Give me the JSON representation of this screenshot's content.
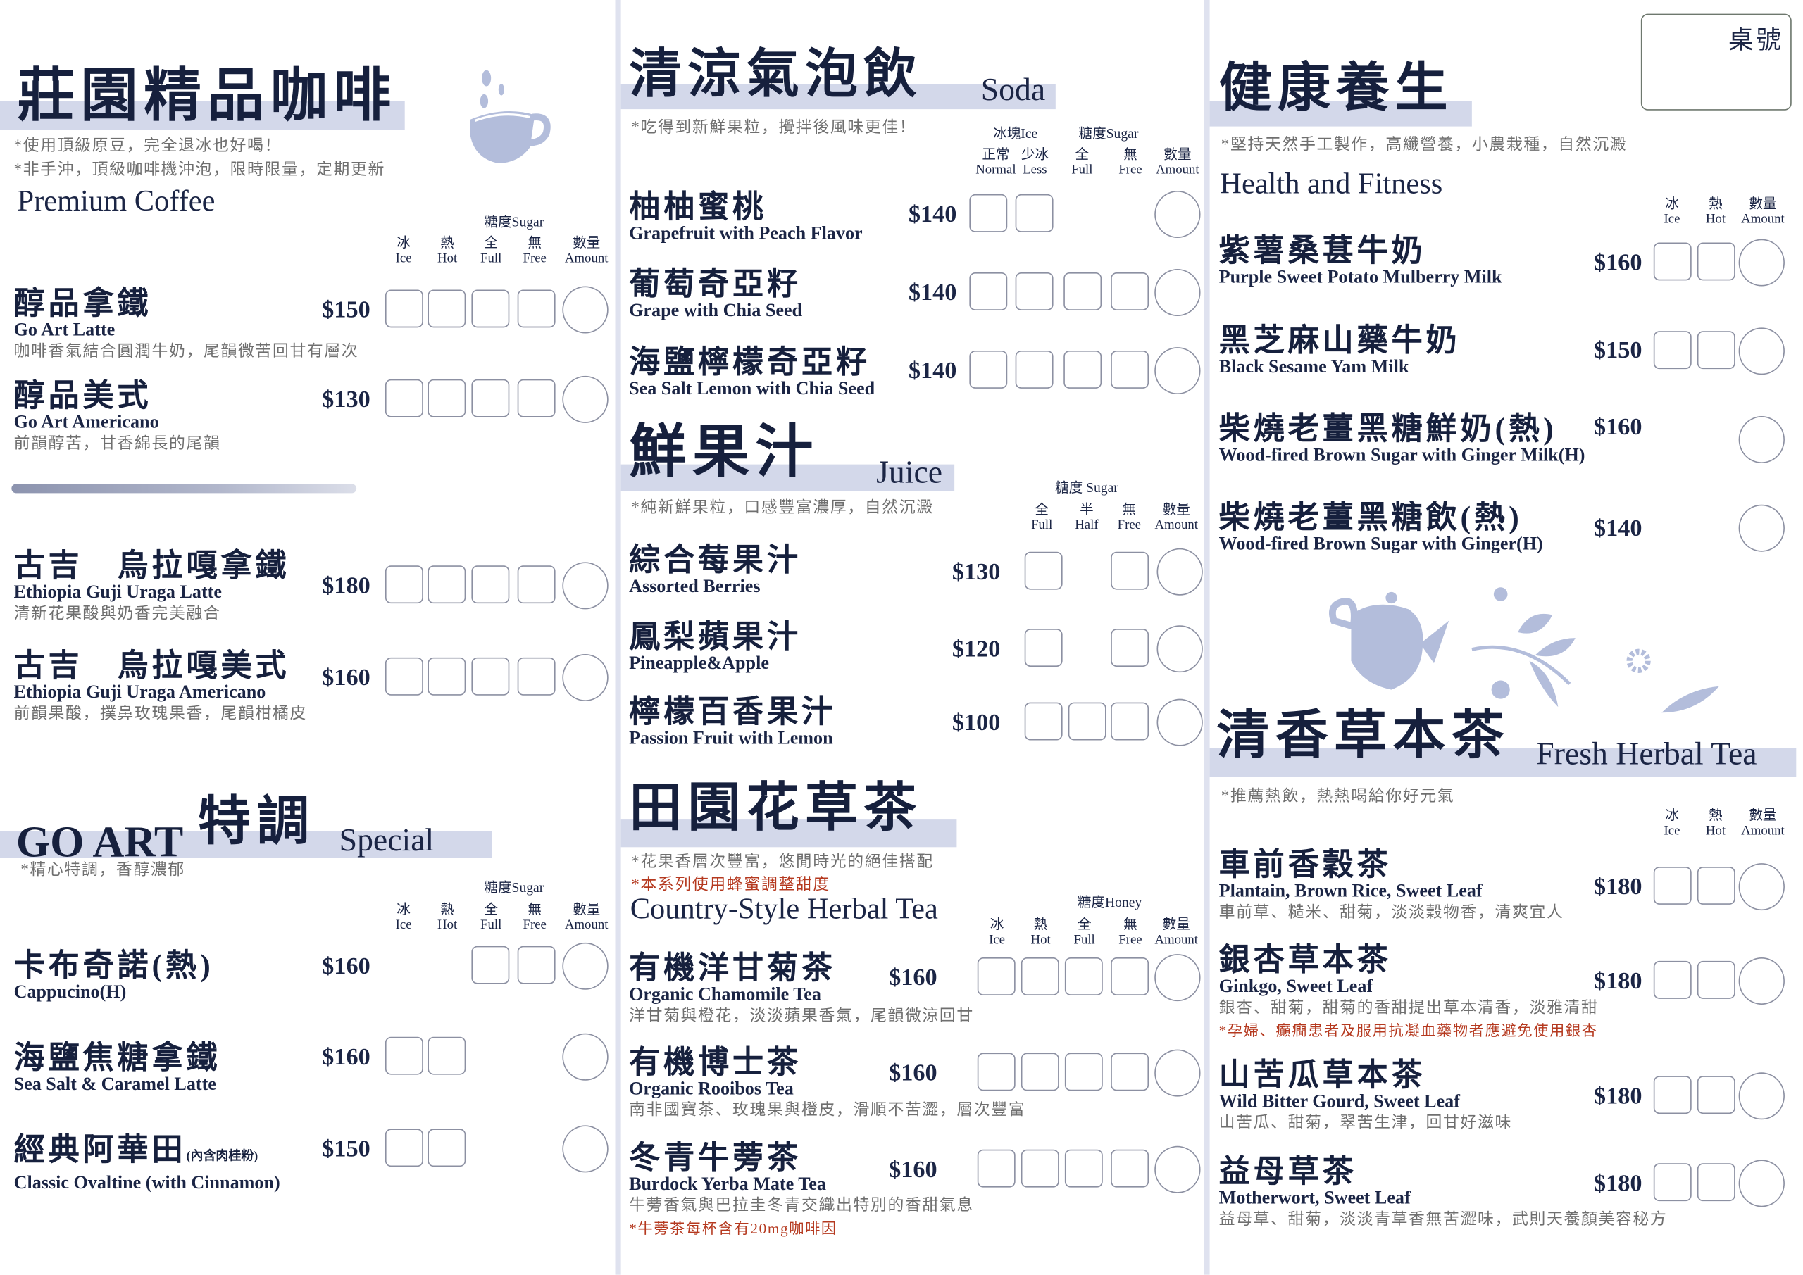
{
  "table_number_label": "桌號",
  "sections": {
    "coffee": {
      "title_zh": "莊園精品咖啡",
      "notes": [
        "*使用頂級原豆，完全退冰也好喝！",
        "*非手沖，頂級咖啡機沖泡，限時限量，定期更新"
      ],
      "title_en": "Premium Coffee",
      "header": {
        "groups": [
          "糖度Sugar"
        ],
        "cols": [
          {
            "zh": "冰",
            "en": "Ice"
          },
          {
            "zh": "熱",
            "en": "Hot"
          },
          {
            "zh": "全",
            "en": "Full"
          },
          {
            "zh": "無",
            "en": "Free"
          },
          {
            "zh": "數量",
            "en": "Amount"
          }
        ]
      },
      "items": [
        {
          "zh": "醇品拿鐵",
          "en": "Go Art Latte",
          "desc": "咖啡香氣結合圓潤牛奶，尾韻微苦回甘有層次",
          "price": "$150",
          "options": [
            true,
            true,
            true,
            true
          ]
        },
        {
          "zh": "醇品美式",
          "en": "Go Art Americano",
          "desc": "前韻醇苦，甘香綿長的尾韻",
          "price": "$130",
          "options": [
            true,
            true,
            true,
            true
          ]
        },
        {
          "zh": "古吉　烏拉嘎拿鐵",
          "en": "Ethiopia Guji Uraga Latte",
          "desc": "清新花果酸與奶香完美融合",
          "price": "$180",
          "options": [
            true,
            true,
            true,
            true
          ]
        },
        {
          "zh": "古吉　烏拉嘎美式",
          "en": "Ethiopia Guji Uraga Americano",
          "desc": "前韻果酸，撲鼻玫瑰果香，尾韻柑橘皮",
          "price": "$160",
          "options": [
            true,
            true,
            true,
            true
          ]
        }
      ]
    },
    "special": {
      "title_brand": "GO ART",
      "title_zh": "特調",
      "title_en": "Special",
      "notes": [
        "*精心特調，香醇濃郁"
      ],
      "header": {
        "groups": [
          "糖度Sugar"
        ],
        "cols": [
          {
            "zh": "冰",
            "en": "Ice"
          },
          {
            "zh": "熱",
            "en": "Hot"
          },
          {
            "zh": "全",
            "en": "Full"
          },
          {
            "zh": "無",
            "en": "Free"
          },
          {
            "zh": "數量",
            "en": "Amount"
          }
        ]
      },
      "items": [
        {
          "zh": "卡布奇諾(熱)",
          "en": "Cappucino(H)",
          "price": "$160",
          "options": [
            false,
            false,
            true,
            true
          ]
        },
        {
          "zh": "海鹽焦糖拿鐵",
          "en": "Sea Salt & Caramel Latte",
          "price": "$160",
          "options": [
            true,
            true,
            false,
            false
          ]
        },
        {
          "zh": "經典阿華田",
          "zh_small": "(內含肉桂粉)",
          "en": "Classic Ovaltine (with Cinnamon)",
          "price": "$150",
          "options": [
            true,
            true,
            false,
            false
          ]
        }
      ]
    },
    "soda": {
      "title_zh": "清涼氣泡飲",
      "title_en": "Soda",
      "notes": [
        "*吃得到新鮮果粒，攪拌後風味更佳！"
      ],
      "header": {
        "groups": [
          "冰塊Ice",
          "糖度Sugar"
        ],
        "cols": [
          {
            "zh": "正常",
            "en": "Normal"
          },
          {
            "zh": "少冰",
            "en": "Less"
          },
          {
            "zh": "全",
            "en": "Full"
          },
          {
            "zh": "無",
            "en": "Free"
          },
          {
            "zh": "數量",
            "en": "Amount"
          }
        ]
      },
      "items": [
        {
          "zh": "柚柚蜜桃",
          "en": "Grapefruit with Peach Flavor",
          "price": "$140",
          "options": [
            true,
            true,
            false,
            false
          ]
        },
        {
          "zh": "葡萄奇亞籽",
          "en": "Grape with Chia Seed",
          "price": "$140",
          "options": [
            true,
            true,
            true,
            true
          ]
        },
        {
          "zh": "海鹽檸檬奇亞籽",
          "en": "Sea Salt Lemon with Chia Seed",
          "price": "$140",
          "options": [
            true,
            true,
            true,
            true
          ]
        }
      ]
    },
    "juice": {
      "title_zh": "鮮果汁",
      "title_en": "Juice",
      "notes": [
        "*純新鮮果粒，口感豐富濃厚，自然沉澱"
      ],
      "header": {
        "groups": [
          "糖度 Sugar"
        ],
        "cols": [
          {
            "zh": "全",
            "en": "Full"
          },
          {
            "zh": "半",
            "en": "Half"
          },
          {
            "zh": "無",
            "en": "Free"
          },
          {
            "zh": "數量",
            "en": "Amount"
          }
        ]
      },
      "items": [
        {
          "zh": "綜合莓果汁",
          "en": "Assorted Berries",
          "price": "$130",
          "options": [
            true,
            false,
            true
          ]
        },
        {
          "zh": "鳳梨蘋果汁",
          "en": "Pineapple&Apple",
          "price": "$120",
          "options": [
            true,
            false,
            true
          ]
        },
        {
          "zh": "檸檬百香果汁",
          "en": "Passion Fruit with Lemon",
          "price": "$100",
          "options": [
            true,
            true,
            true
          ]
        }
      ]
    },
    "herbal": {
      "title_zh": "田園花草茶",
      "notes": [
        "*花果香層次豐富，悠閒時光的絕佳搭配"
      ],
      "red_note": "*本系列使用蜂蜜調整甜度",
      "title_en": "Country-Style Herbal Tea",
      "header": {
        "groups": [
          "糖度Honey"
        ],
        "cols": [
          {
            "zh": "冰",
            "en": "Ice"
          },
          {
            "zh": "熱",
            "en": "Hot"
          },
          {
            "zh": "全",
            "en": "Full"
          },
          {
            "zh": "無",
            "en": "Free"
          },
          {
            "zh": "數量",
            "en": "Amount"
          }
        ]
      },
      "items": [
        {
          "zh": "有機洋甘菊茶",
          "en": "Organic Chamomile Tea",
          "desc": "洋甘菊與橙花，淡淡蘋果香氣，尾韻微涼回甘",
          "price": "$160",
          "options": [
            true,
            true,
            true,
            true
          ]
        },
        {
          "zh": "有機博士茶",
          "en": "Organic Rooibos Tea",
          "desc": "南非國寶茶、玫瑰果與橙皮，滑順不苦澀，層次豐富",
          "price": "$160",
          "options": [
            true,
            true,
            true,
            true
          ]
        },
        {
          "zh": "冬青牛蒡茶",
          "en": "Burdock Yerba Mate Tea",
          "desc": "牛蒡香氣與巴拉圭冬青交織出特別的香甜氣息",
          "note": "*牛蒡茶每杯含有20mg咖啡因",
          "price": "$160",
          "options": [
            true,
            true,
            true,
            true
          ]
        }
      ]
    },
    "health": {
      "title_zh": "健康養生",
      "notes": [
        "*堅持天然手工製作，高纖營養，小農栽種，自然沉澱"
      ],
      "title_en": "Health and Fitness",
      "header": {
        "groups": [],
        "cols": [
          {
            "zh": "冰",
            "en": "Ice"
          },
          {
            "zh": "熱",
            "en": "Hot"
          },
          {
            "zh": "數量",
            "en": "Amount"
          }
        ]
      },
      "items": [
        {
          "zh": "紫薯桑葚牛奶",
          "en": "Purple Sweet Potato Mulberry Milk",
          "price": "$160",
          "options": [
            true,
            true
          ]
        },
        {
          "zh": "黑芝麻山藥牛奶",
          "en": "Black Sesame Yam Milk",
          "price": "$150",
          "options": [
            true,
            true
          ]
        },
        {
          "zh": "柴燒老薑黑糖鮮奶(熱)",
          "en": "Wood-fired Brown Sugar with Ginger Milk(H)",
          "price": "$160",
          "options": [
            false,
            false
          ]
        },
        {
          "zh": "柴燒老薑黑糖飲(熱)",
          "en": "Wood-fired Brown Sugar with Ginger(H)",
          "price": "$140",
          "options": [
            false,
            false
          ]
        }
      ]
    },
    "fresh": {
      "title_zh": "清香草本茶",
      "title_en": "Fresh Herbal Tea",
      "notes": [
        "*推薦熱飲，熱熱喝給你好元氣"
      ],
      "header": {
        "groups": [],
        "cols": [
          {
            "zh": "冰",
            "en": "Ice"
          },
          {
            "zh": "熱",
            "en": "Hot"
          },
          {
            "zh": "數量",
            "en": "Amount"
          }
        ]
      },
      "items": [
        {
          "zh": "車前香穀茶",
          "en": "Plantain, Brown Rice, Sweet Leaf",
          "desc": "車前草、糙米、甜菊，淡淡穀物香，清爽宜人",
          "price": "$180",
          "options": [
            true,
            true
          ]
        },
        {
          "zh": "銀杏草本茶",
          "en": "Ginkgo, Sweet Leaf",
          "desc": "銀杏、甜菊，甜菊的香甜提出草本清香，淡雅清甜",
          "note": "*孕婦、癲癇患者及服用抗凝血藥物者應避免使用銀杏",
          "price": "$180",
          "options": [
            true,
            true
          ]
        },
        {
          "zh": "山苦瓜草本茶",
          "en": "Wild Bitter Gourd, Sweet Leaf",
          "desc": "山苦瓜、甜菊，翠苦生津，回甘好滋味",
          "price": "$180",
          "options": [
            true,
            true
          ]
        },
        {
          "zh": "益母草茶",
          "en": "Motherwort, Sweet Leaf",
          "desc": "益母草、甜菊，淡淡青草香無苦澀味，武則天養顏美容秘方",
          "price": "$180",
          "options": [
            true,
            true
          ]
        }
      ]
    }
  },
  "colors": {
    "text": "#1b2545",
    "band": "#d3d8ea",
    "desc": "#6f6f6f",
    "red": "#b5391f",
    "checkbox": "#8c90a2",
    "illustration": "#b3bddb"
  }
}
